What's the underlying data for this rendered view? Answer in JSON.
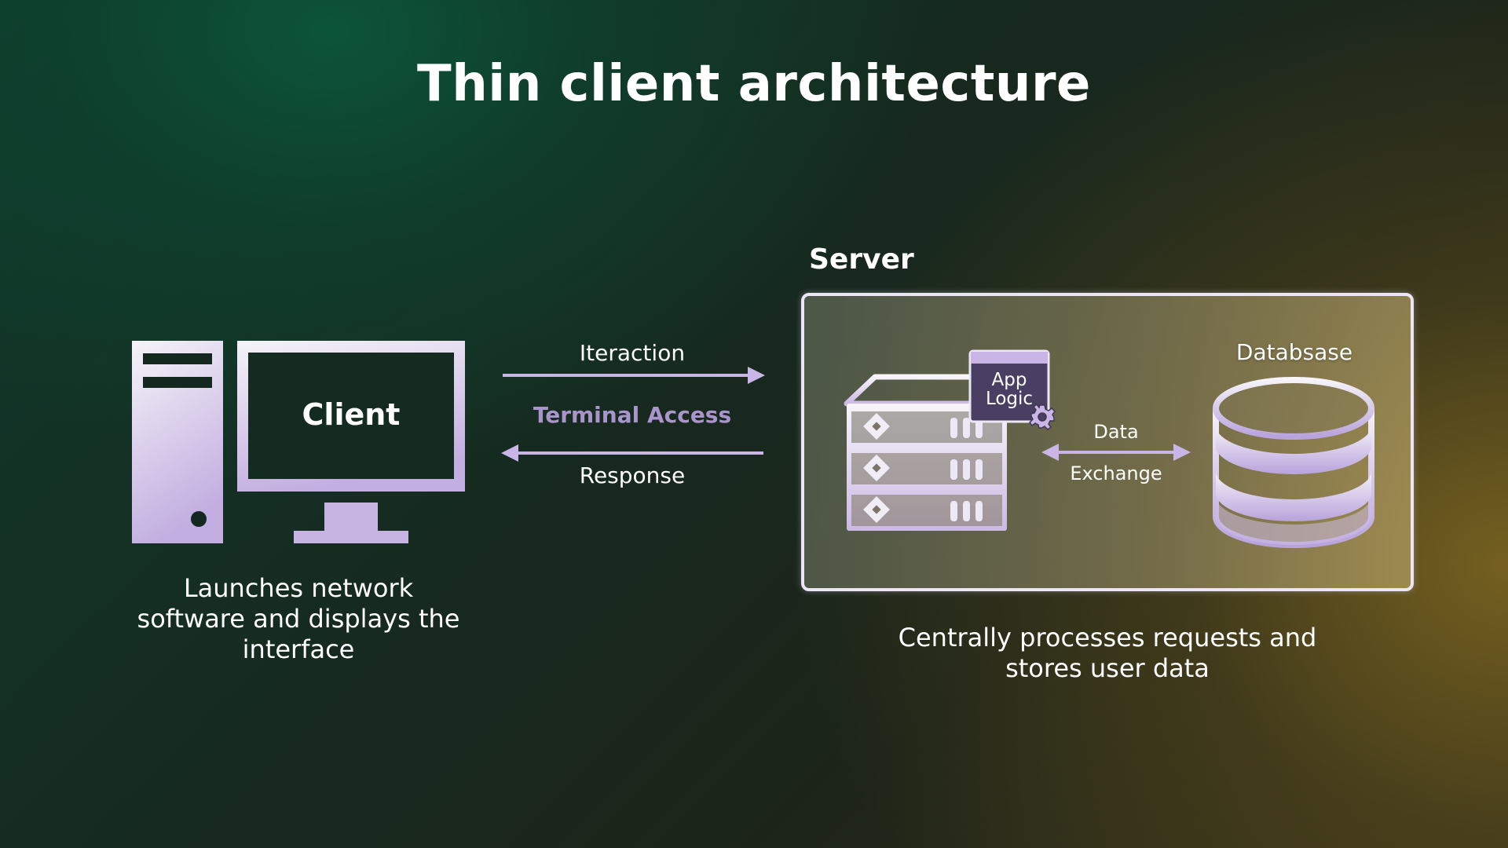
{
  "title": "Thin client architecture",
  "client": {
    "label": "Client",
    "description": "Launches network software and displays the interface"
  },
  "connection": {
    "request_label": "Iteraction",
    "channel_label": "Terminal Access",
    "response_label": "Response"
  },
  "server": {
    "label": "Server",
    "app_logic_label": "App Logic",
    "exchange_label_line1": "Data",
    "exchange_label_line2": "Exchange",
    "database_label": "Databsase",
    "description": "Centrally processes requests and stores user data"
  },
  "colors": {
    "accent_lavender": "#c9b6e6",
    "terminal_text": "#a995cc",
    "icon_light": "#f3eff8"
  },
  "icons": [
    "desktop-computer-icon",
    "server-rack-icon",
    "gear-icon",
    "database-icon"
  ]
}
